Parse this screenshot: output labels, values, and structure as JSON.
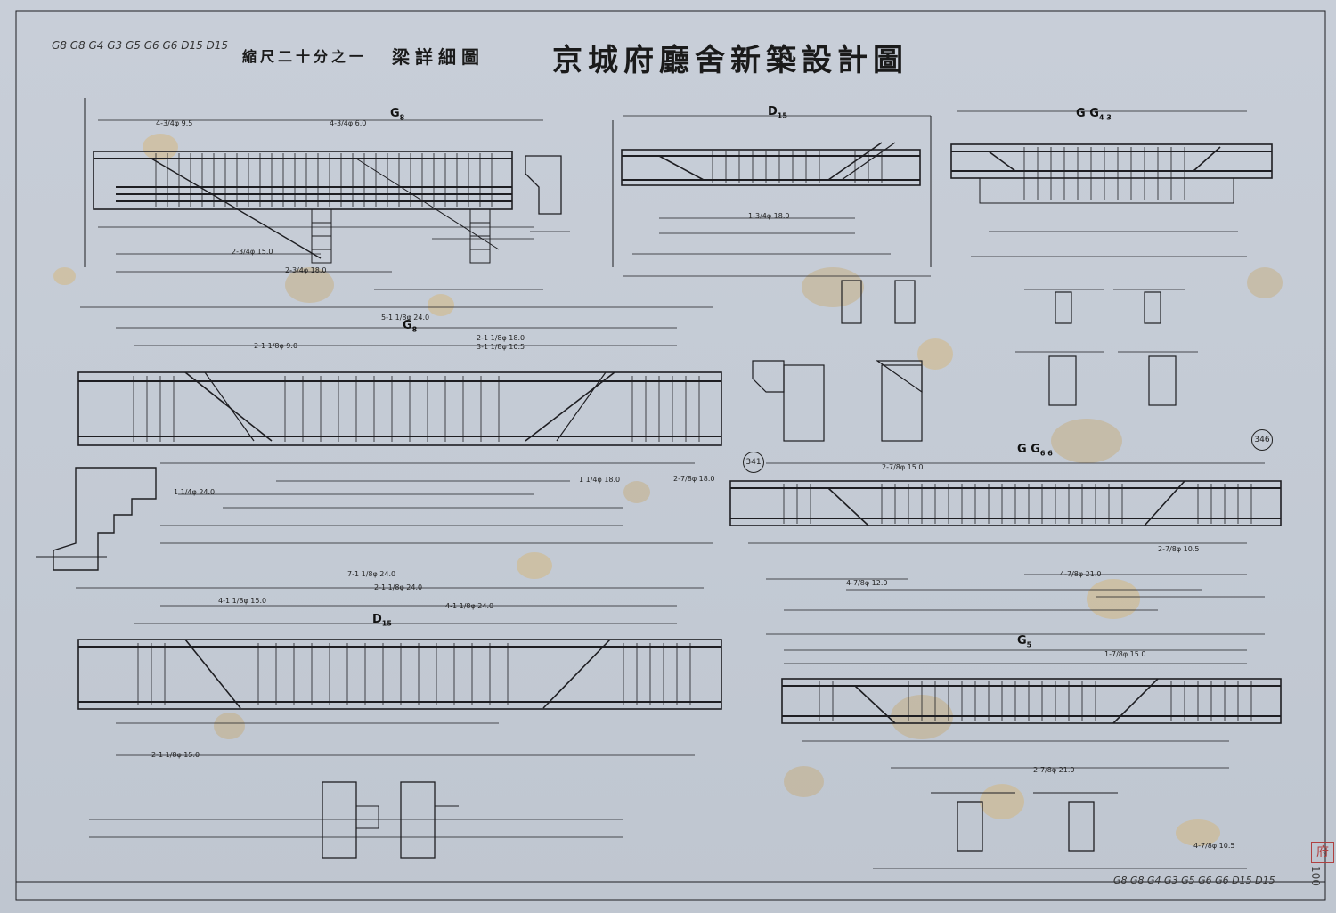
{
  "title": "京城府廳舍新築設計圖",
  "subtitle": "梁詳細圖",
  "scale": "縮尺二十分之一",
  "beam_codes_top": "G8 G8 G4 G3 G5 G6 G6 D15 D15",
  "beam_codes_bottom": "G8 G8 G4 G3 G5 G6 G6 D15 D15",
  "archive_stamp": "府",
  "archive_number": "100",
  "sections": [
    {
      "id": "g8-top",
      "label": "G",
      "sub": "8"
    },
    {
      "id": "d15-top",
      "label": "D",
      "sub": "15"
    },
    {
      "id": "g4-g3-top",
      "label": "G G",
      "sub": "4 3"
    },
    {
      "id": "g8-mid",
      "label": "G",
      "sub": "8"
    },
    {
      "id": "g6-g6-mid",
      "label": "G G",
      "sub": "6 6"
    },
    {
      "id": "d15-low",
      "label": "D",
      "sub": "15"
    },
    {
      "id": "g5-low",
      "label": "G",
      "sub": "5"
    }
  ],
  "markers": [
    "341",
    "346"
  ],
  "rebar_notes": [
    "4-3/4φ 9.5",
    "4-3/4φ 6.0",
    "2-3/4φ 15.0",
    "2-3/4φ 18.0",
    "1-3/4φ 18.0",
    "5-1 1/8φ 24.0",
    "2-1 1/8φ 18.0",
    "3-1 1/8φ 10.5",
    "2-1 1/8φ 9.0",
    "1 1/4φ 24.0",
    "1 1/4φ 18.0",
    "7-1 1/8φ 24.0",
    "2-1 1/8φ 24.0",
    "4-1 1/8φ 15.0",
    "2-1 1/8φ 15.0",
    "4-1 1/8φ 24.0",
    "2-7/8φ 18.0",
    "2-7/8φ 15.0",
    "4-7/8φ 21.0",
    "2-7/8φ 10.5",
    "4-7/8φ 12.0",
    "1-7/8φ 15.0",
    "4-7/8φ 10.5",
    "2-7/8φ 21.0"
  ]
}
